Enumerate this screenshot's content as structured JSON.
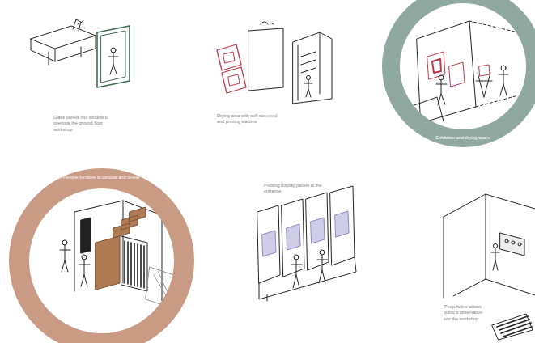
{
  "diagram": {
    "nodes": [
      {
        "text": [
          "Exhibition and drying space"
        ]
      },
      {
        "text": [
          "Flexible furniture to conceal and reveal"
        ]
      }
    ],
    "labels": [
      "Glass panels into window to overlook the ground floor workshop",
      "Drying area with self-screened and printing stations",
      "Pivoting display panels at the entrance",
      "'Peep-holes' allows public's observation into the workshop"
    ]
  }
}
